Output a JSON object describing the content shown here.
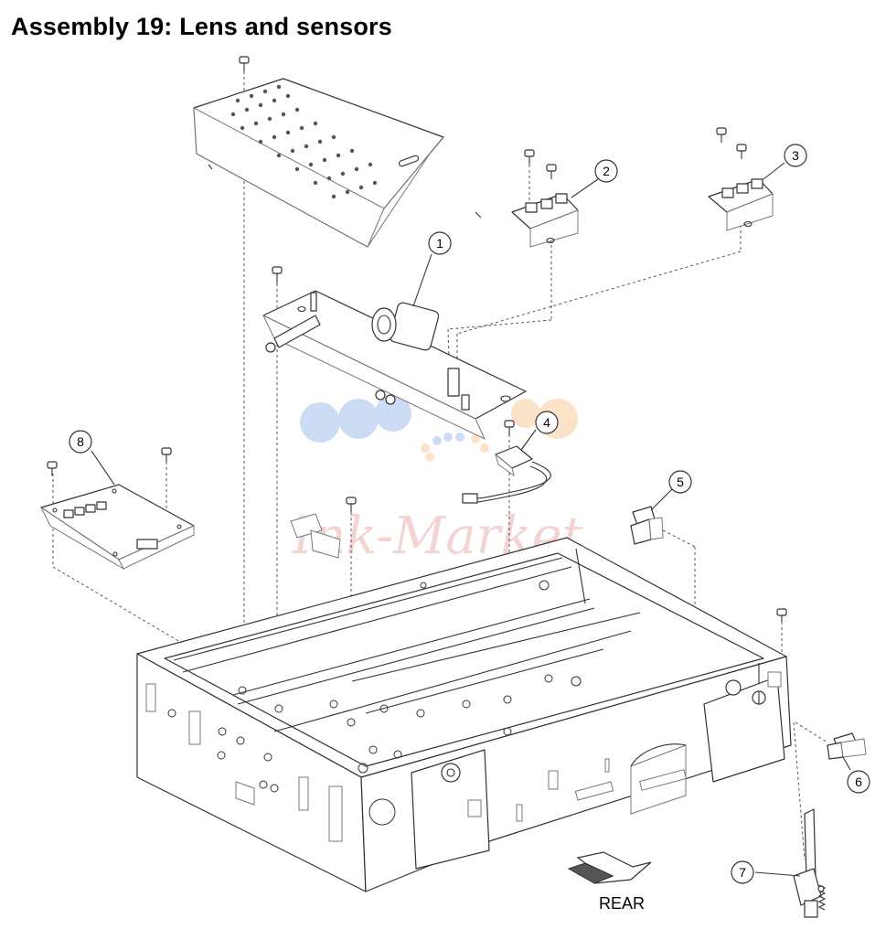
{
  "title": "Assembly 19:  Lens and sensors",
  "callouts": [
    {
      "id": "callout-1",
      "label": "1"
    },
    {
      "id": "callout-2",
      "label": "2"
    },
    {
      "id": "callout-3",
      "label": "3"
    },
    {
      "id": "callout-4",
      "label": "4"
    },
    {
      "id": "callout-5",
      "label": "5"
    },
    {
      "id": "callout-6",
      "label": "6"
    },
    {
      "id": "callout-7",
      "label": "7"
    },
    {
      "id": "callout-8",
      "label": "8"
    }
  ],
  "rear_label": "REAR",
  "watermark": {
    "text": "Ink-Market",
    "colors": [
      "#8fb3e8",
      "#f5c38a",
      "#e8a0a0"
    ]
  }
}
